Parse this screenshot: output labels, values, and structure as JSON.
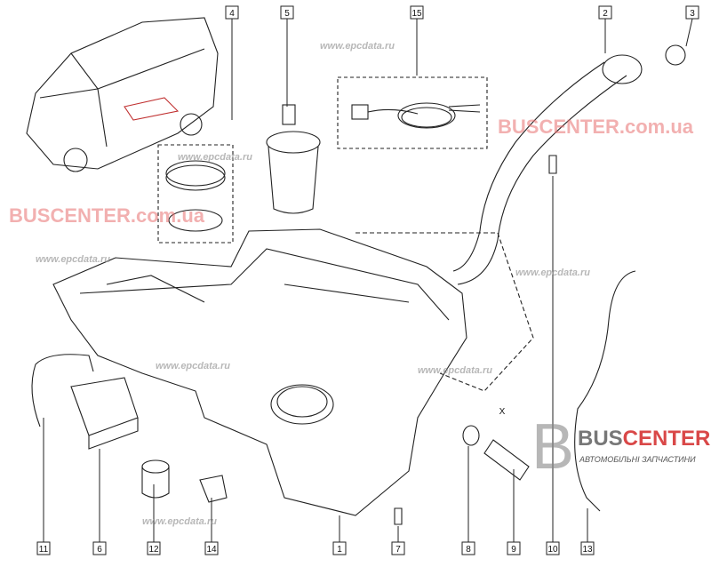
{
  "diagram": {
    "top_labels": [
      "4",
      "5",
      "15",
      "2",
      "3"
    ],
    "bottom_labels": [
      "11",
      "6",
      "12",
      "14",
      "1",
      "7",
      "8",
      "9",
      "10",
      "13"
    ],
    "dimension_mark": "X"
  },
  "watermarks": {
    "red": "BUSCENTER.com.ua",
    "grey": "www.epcdata.ru"
  },
  "logo": {
    "initial": "B",
    "name_part1": "BUS",
    "name_part2": "CENTER",
    "subtitle": "АВТОМОБІЛЬНІ ЗАПЧАСТИНИ"
  }
}
